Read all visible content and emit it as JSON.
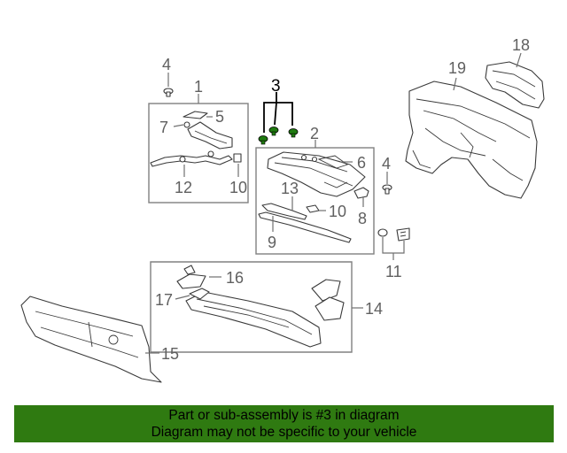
{
  "diagram": {
    "callouts": {
      "c1": "1",
      "c2": "2",
      "c3": "3",
      "c4a": "4",
      "c4b": "4",
      "c5": "5",
      "c6": "6",
      "c7": "7",
      "c8": "8",
      "c9": "9",
      "c10a": "10",
      "c10b": "10",
      "c11": "11",
      "c12": "12",
      "c13": "13",
      "c14": "14",
      "c15": "15",
      "c16": "16",
      "c17": "17",
      "c18": "18",
      "c19": "19"
    },
    "highlight_part": "3",
    "colors": {
      "highlight": "#1f7a10",
      "banner": "#2f7a11"
    }
  },
  "footer": {
    "line1": "Part or sub-assembly is #3 in diagram",
    "line2": "Diagram may not be specific to your vehicle"
  }
}
